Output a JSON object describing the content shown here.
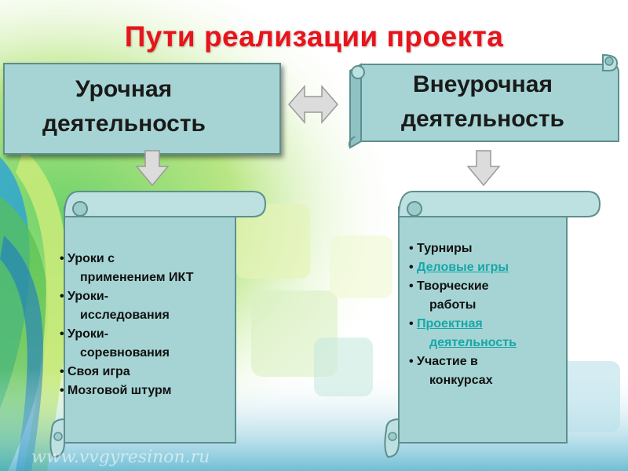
{
  "title": "Пути реализации проекта",
  "left_box": {
    "line1": "Урочная",
    "line2": "деятельность"
  },
  "right_banner": {
    "line1": "Внеурочная",
    "line2": "деятельность"
  },
  "left_list": [
    {
      "l1": "Уроки с",
      "l2": "применением ИКТ"
    },
    {
      "l1": "Уроки-",
      "l2": "исследования"
    },
    {
      "l1": "Уроки-",
      "l2": "соревнования"
    },
    {
      "l1": "Своя игра"
    },
    {
      "l1": "Мозговой штурм"
    }
  ],
  "right_list": [
    {
      "l1": "Турниры"
    },
    {
      "l1": "Деловые игры",
      "link": true
    },
    {
      "l1": "Творческие",
      "l2": "работы"
    },
    {
      "l1": "Проектная",
      "l2": "деятельность",
      "link": true
    },
    {
      "l1": "Участие в",
      "l2": "конкурсах"
    }
  ],
  "watermark": "www.vvgyresinon.ru",
  "colors": {
    "title": "#e8141b",
    "box": "#a6d4d4",
    "link": "#17a7a9"
  }
}
